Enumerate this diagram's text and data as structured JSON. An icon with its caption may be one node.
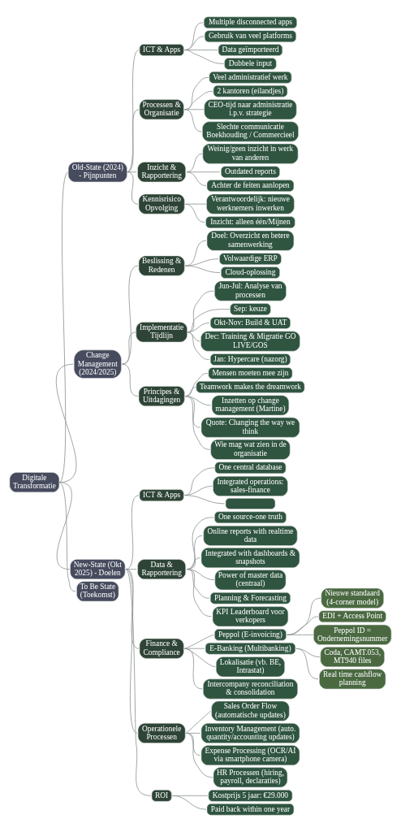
{
  "diagram": {
    "nodes": [
      {
        "text": [
          "Digitale Transformatie"
        ]
      },
      {
        "text": [
          "Old-State (2024) - Pijnpunten"
        ]
      },
      {
        "text": [
          "ICT & Apps"
        ]
      },
      {
        "text": [
          "Multiple disconnected apps"
        ]
      },
      {
        "text": [
          "Gebruik van veel platforms"
        ]
      },
      {
        "text": [
          "Data geïmporteerd"
        ]
      },
      {
        "text": [
          "Dubbele input"
        ]
      },
      {
        "text": [
          "Processen & Organisatie"
        ]
      },
      {
        "text": [
          "Veel administratief werk"
        ]
      },
      {
        "text": [
          "2 kantoren (eilandjes)"
        ]
      },
      {
        "text": [
          "CEO-tijd naar administratie i.p.v. strategie"
        ]
      },
      {
        "text": [
          "Slechte communicatie Boekhouding / Commercieel"
        ]
      },
      {
        "text": [
          "Inzicht & Rapportering"
        ]
      },
      {
        "text": [
          "Weinig/geen inzicht in werk van anderen"
        ]
      },
      {
        "text": [
          "Outdated reports"
        ]
      },
      {
        "text": [
          "Achter de feiten aanlopen"
        ]
      },
      {
        "text": [
          "Kennisrisico Opvolging"
        ]
      },
      {
        "text": [
          "Verantwoordelijk: nieuwe werknemers inwerken"
        ]
      },
      {
        "text": [
          "Inzicht: alleen één/Mijnen"
        ]
      },
      {
        "text": [
          "Change Management (2024/2025)"
        ]
      },
      {
        "text": [
          "Beslissing & Redenen"
        ]
      },
      {
        "text": [
          "Doel: Overzicht en betere samenwerking"
        ]
      },
      {
        "text": [
          "Volwaardige ERP"
        ]
      },
      {
        "text": [
          "Cloud-oplossing"
        ]
      },
      {
        "text": [
          "Implementatie Tijdlijn"
        ]
      },
      {
        "text": [
          "Jun-Jul: Analyse van processen"
        ]
      },
      {
        "text": [
          "Sep: keuze"
        ]
      },
      {
        "text": [
          "Okt-Nov: Build & UAT"
        ]
      },
      {
        "text": [
          "Dec: Training & Migratie GO LIVE/GOS"
        ]
      },
      {
        "text": [
          "Jan: Hypercare (nazorg)"
        ]
      },
      {
        "text": [
          "Principes & Uitdagingen"
        ]
      },
      {
        "text": [
          "Mensen moeten mee zijn"
        ]
      },
      {
        "text": [
          "Teamwork makes the dreamwork"
        ]
      },
      {
        "text": [
          "Inzetten op change management (Martine)"
        ]
      },
      {
        "text": [
          "Quote: Changing the way we think"
        ]
      },
      {
        "text": [
          "Wie mag wat zien in de organisatie"
        ]
      },
      {
        "text": [
          "New-State (Okt 2025) - Doelen"
        ]
      },
      {
        "text": [
          "ICT & Apps"
        ]
      },
      {
        "text": [
          "One central database"
        ]
      },
      {
        "text": [
          "Integrated operations: sales-finance"
        ]
      },
      {
        "text": [],
        "shape": "box"
      },
      {
        "text": [
          "Data & Rapportering"
        ]
      },
      {
        "text": [
          "One source-one truth"
        ]
      },
      {
        "text": [
          "Online reports with realtime data"
        ]
      },
      {
        "text": [
          "Integrated with dashboards & snapshots"
        ]
      },
      {
        "text": [
          "Power of master data (centraal)"
        ]
      },
      {
        "text": [
          "Planning & Forecasting"
        ]
      },
      {
        "text": [
          "KPI Leaderboard voor verkopers"
        ]
      },
      {
        "text": [
          "Finance & Compliance"
        ]
      },
      {
        "text": [
          "Peppol (E-invoicing)"
        ]
      },
      {
        "text": [
          "Nieuwe standaard (4-corner model)"
        ]
      },
      {
        "text": [
          "EDI + Access Point"
        ]
      },
      {
        "text": [
          "Peppol ID = Ondernemingsnummer"
        ]
      },
      {
        "text": [
          "E-Banking (Multibanking)"
        ]
      },
      {
        "text": [
          "Coda, CAMT.053, MT940 files"
        ]
      },
      {
        "text": [
          "Real time cashflow planning"
        ]
      },
      {
        "text": [
          "Lokalisatie (vb. BE, Intrastat)"
        ]
      },
      {
        "text": [
          "Intercompany reconciliation & consolidation"
        ]
      },
      {
        "text": [
          "Operationele Processen"
        ]
      },
      {
        "text": [
          "Sales Order Flow (automatische updates)"
        ]
      },
      {
        "text": [
          "Inventory Management (auto. quantity/accounting updates)"
        ]
      },
      {
        "text": [
          "Expense Processing (OCR/AI via smartphone camera)"
        ]
      },
      {
        "text": [
          "HR Processen (hiring, payroll, declaraties)"
        ]
      },
      {
        "text": [
          "ROI"
        ]
      },
      {
        "text": [
          "Kostprijs 5 jaar: €29.000"
        ]
      },
      {
        "text": [
          "Paid back within one year"
        ]
      },
      {
        "text": [
          "To Be State (Toekomst)"
        ]
      }
    ],
    "edges": [
      {
        "from": 0,
        "to": 1,
        "arrow": "none"
      },
      {
        "from": 1,
        "to": 2,
        "arrow": "none"
      },
      {
        "from": 2,
        "to": 3,
        "arrow": "none"
      },
      {
        "from": 2,
        "to": 4,
        "arrow": "none"
      },
      {
        "from": 2,
        "to": 5,
        "arrow": "none"
      },
      {
        "from": 2,
        "to": 6,
        "arrow": "none"
      },
      {
        "from": 1,
        "to": 7,
        "arrow": "none"
      },
      {
        "from": 7,
        "to": 8,
        "arrow": "none"
      },
      {
        "from": 7,
        "to": 9,
        "arrow": "none"
      },
      {
        "from": 7,
        "to": 10,
        "arrow": "none"
      },
      {
        "from": 7,
        "to": 11,
        "arrow": "none"
      },
      {
        "from": 1,
        "to": 12,
        "arrow": "none"
      },
      {
        "from": 12,
        "to": 13,
        "arrow": "none"
      },
      {
        "from": 12,
        "to": 14,
        "arrow": "none"
      },
      {
        "from": 12,
        "to": 15,
        "arrow": "none"
      },
      {
        "from": 1,
        "to": 16,
        "arrow": "none"
      },
      {
        "from": 16,
        "to": 17,
        "arrow": "none"
      },
      {
        "from": 16,
        "to": 18,
        "arrow": "none"
      },
      {
        "from": 0,
        "to": 19,
        "arrow": "none"
      },
      {
        "from": 19,
        "to": 20,
        "arrow": "none"
      },
      {
        "from": 20,
        "to": 21,
        "arrow": "none"
      },
      {
        "from": 20,
        "to": 22,
        "arrow": "none"
      },
      {
        "from": 20,
        "to": 23,
        "arrow": "none"
      },
      {
        "from": 19,
        "to": 24,
        "arrow": "none"
      },
      {
        "from": 24,
        "to": 25,
        "arrow": "none"
      },
      {
        "from": 24,
        "to": 26,
        "arrow": "none"
      },
      {
        "from": 24,
        "to": 27,
        "arrow": "none"
      },
      {
        "from": 24,
        "to": 28,
        "arrow": "none"
      },
      {
        "from": 24,
        "to": 29,
        "arrow": "none"
      },
      {
        "from": 19,
        "to": 30,
        "arrow": "none"
      },
      {
        "from": 30,
        "to": 31,
        "arrow": "none"
      },
      {
        "from": 30,
        "to": 32,
        "arrow": "none"
      },
      {
        "from": 30,
        "to": 33,
        "arrow": "none"
      },
      {
        "from": 30,
        "to": 34,
        "arrow": "none"
      },
      {
        "from": 30,
        "to": 35,
        "arrow": "none"
      },
      {
        "from": 0,
        "to": 36,
        "arrow": "none"
      },
      {
        "from": 36,
        "to": 37,
        "arrow": "none"
      },
      {
        "from": 37,
        "to": 38,
        "arrow": "none"
      },
      {
        "from": 37,
        "to": 39,
        "arrow": "none"
      },
      {
        "from": 37,
        "to": 40,
        "arrow": "none"
      },
      {
        "from": 36,
        "to": 41,
        "arrow": "none"
      },
      {
        "from": 41,
        "to": 42,
        "arrow": "none"
      },
      {
        "from": 41,
        "to": 43,
        "arrow": "none"
      },
      {
        "from": 41,
        "to": 44,
        "arrow": "none"
      },
      {
        "from": 41,
        "to": 45,
        "arrow": "none"
      },
      {
        "from": 41,
        "to": 46,
        "arrow": "none"
      },
      {
        "from": 41,
        "to": 47,
        "arrow": "none"
      },
      {
        "from": 36,
        "to": 48,
        "arrow": "none"
      },
      {
        "from": 48,
        "to": 49,
        "arrow": "none"
      },
      {
        "from": 49,
        "to": 50,
        "arrow": "none"
      },
      {
        "from": 49,
        "to": 51,
        "arrow": "none"
      },
      {
        "from": 49,
        "to": 52,
        "arrow": "none"
      },
      {
        "from": 48,
        "to": 53,
        "arrow": "none"
      },
      {
        "from": 53,
        "to": 54,
        "arrow": "none"
      },
      {
        "from": 53,
        "to": 55,
        "arrow": "none"
      },
      {
        "from": 48,
        "to": 56,
        "arrow": "none"
      },
      {
        "from": 48,
        "to": 57,
        "arrow": "none"
      },
      {
        "from": 36,
        "to": 58,
        "arrow": "none"
      },
      {
        "from": 58,
        "to": 59,
        "arrow": "none"
      },
      {
        "from": 58,
        "to": 60,
        "arrow": "none"
      },
      {
        "from": 58,
        "to": 61,
        "arrow": "none"
      },
      {
        "from": 58,
        "to": 62,
        "arrow": "none"
      },
      {
        "from": 36,
        "to": 63,
        "arrow": "none"
      },
      {
        "from": 63,
        "to": 64,
        "arrow": "none"
      },
      {
        "from": 63,
        "to": 65,
        "arrow": "none"
      },
      {
        "from": 0,
        "to": 66,
        "arrow": "none"
      }
    ]
  }
}
